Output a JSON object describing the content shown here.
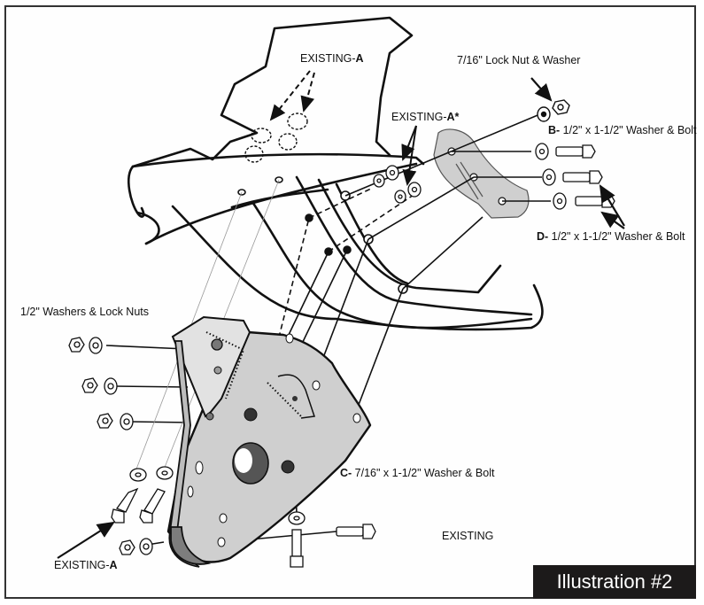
{
  "figure": {
    "title_badge": "Illustration #2",
    "colors": {
      "ink": "#111111",
      "plate_fill": "#cfcfcf",
      "bracket_fill": "#bdbdbd",
      "shoe_fill": "#7d7d7d",
      "badge_bg": "#1c1a1a",
      "badge_text": "#ffffff",
      "frame": "#333333"
    }
  },
  "labels": {
    "existing_a_top": {
      "prefix": "EXISTING-",
      "suffix": "A"
    },
    "lock_nut_washer": "7/16\" Lock Nut & Washer",
    "existing_a_star": {
      "prefix": "EXISTING-",
      "suffix": "A*"
    },
    "b_bolt": {
      "prefix": "B-",
      "text": " 1/2\" x 1-1/2\" Washer & Bolt"
    },
    "d_bolt": {
      "prefix": "D-",
      "text": " 1/2\" x 1-1/2\" Washer & Bolt"
    },
    "washers_lock_nuts": "1/2\" Washers & Lock Nuts",
    "c_bolt": {
      "prefix": "C-",
      "text": " 7/16\" x 1-1/2\" Washer & Bolt"
    },
    "existing": "EXISTING",
    "existing_a_bottom": {
      "prefix": "EXISTING-",
      "suffix": "A"
    }
  },
  "parts": [
    "fender-shell",
    "mounting-bracket-plate",
    "small-rear-plate",
    "lock-nut",
    "washer",
    "bolt"
  ]
}
